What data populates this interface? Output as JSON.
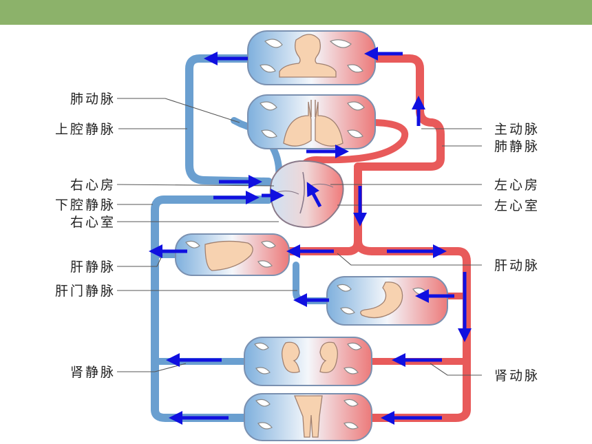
{
  "colors": {
    "top_bar": "#8cb26a",
    "artery": "#e85a5a",
    "vein": "#6a9fd0",
    "arrow": "#1010e0",
    "organ": "#f7d2b0"
  },
  "labels": {
    "pulmonary_artery": "肺动脉",
    "superior_vena_cava": "上腔静脉",
    "right_atrium": "右心房",
    "inferior_vena_cava": "下腔静脉",
    "right_ventricle": "右心室",
    "hepatic_vein": "肝静脉",
    "hepatic_portal_vein": "肝门静脉",
    "renal_vein": "肾静脉",
    "aorta": "主动脉",
    "pulmonary_vein": "肺静脉",
    "left_atrium": "左心房",
    "left_ventricle": "左心室",
    "hepatic_artery": "肝动脉",
    "renal_artery": "肾动脉"
  }
}
